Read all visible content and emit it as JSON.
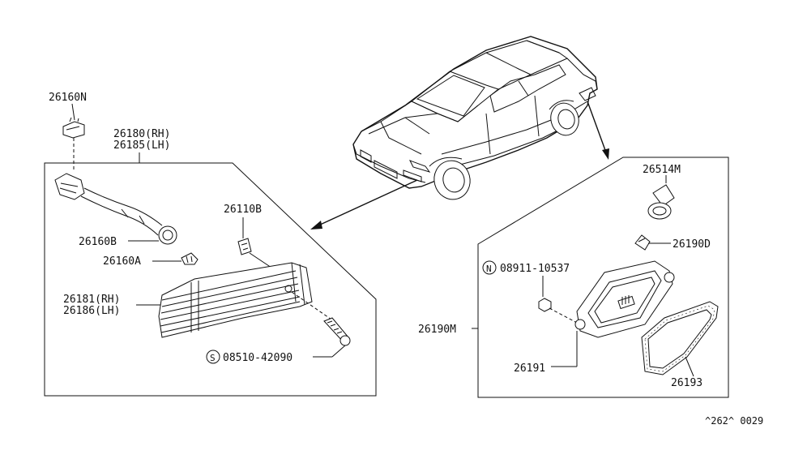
{
  "left_group": {
    "title_rh": "26180(RH)",
    "title_lh": "26185(LH)",
    "part_26160n": "26160N",
    "part_26110b": "26110B",
    "part_26160b": "26160B",
    "part_26160a": "26160A",
    "part_26181_rh": "26181(RH)",
    "part_26186_lh": "26186(LH)",
    "screw_symbol": "S",
    "screw_code": "08510-42090"
  },
  "right_group": {
    "part_26514m": "26514M",
    "part_26190d": "26190D",
    "nut_symbol": "N",
    "nut_code": "08911-10537",
    "part_26190m": "26190M",
    "part_26191": "26191",
    "part_26193": "26193"
  },
  "footer": {
    "diagram_code": "^262^ 0029"
  }
}
